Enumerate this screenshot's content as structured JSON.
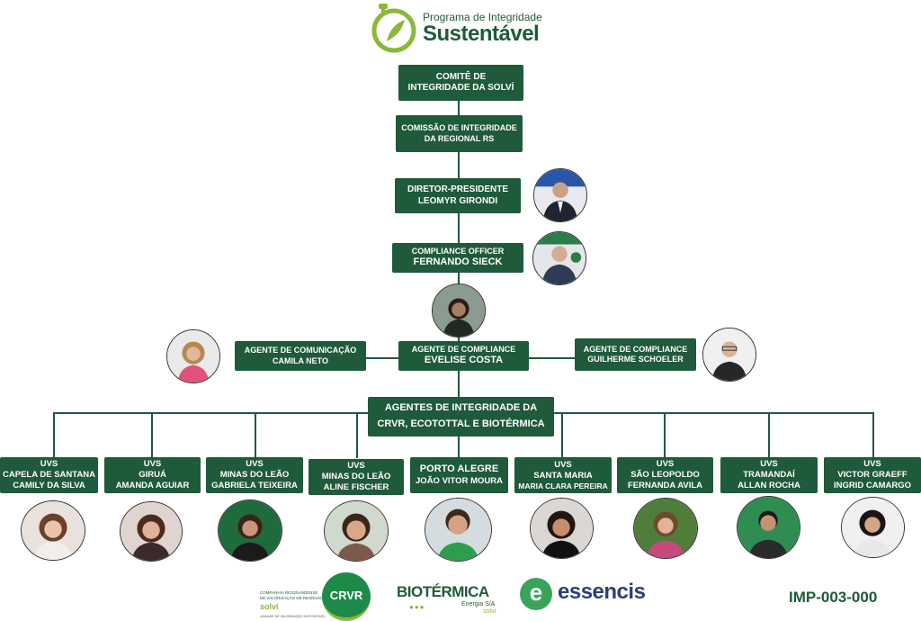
{
  "header": {
    "line1": "Programa de Integridade",
    "line2": "Sustentável",
    "icon": "compass-leaf-icon",
    "color": "#8ab83a"
  },
  "colors": {
    "box": "#1f5a3a",
    "line": "#1f5a3a",
    "accent": "#7cb342"
  },
  "top": [
    {
      "l1": "COMITÊ DE",
      "l2": "INTEGRIDADE DA SOLVÍ"
    },
    {
      "l1": "COMISSÃO DE INTEGRIDADE",
      "l2": "DA REGIONAL RS"
    },
    {
      "l1": "DIRETOR-PRESIDENTE",
      "l2": "LEOMYR GIRONDI"
    },
    {
      "l1": "COMPLIANCE OFFICER",
      "l2": "FERNANDO SIECK"
    }
  ],
  "agents": {
    "left": {
      "l1": "AGENTE DE COMUNICAÇÃO",
      "l2": "CAMILA NETO"
    },
    "center": {
      "l1": "AGENTE DE COMPLIANCE",
      "l2": "EVELISE COSTA"
    },
    "right": {
      "l1": "AGENTE DE COMPLIANCE",
      "l2": "GUILHERME SCHOELER"
    }
  },
  "integrity": {
    "l1": "AGENTES DE INTEGRIDADE DA",
    "l2": "CRVR, ECOTOTTAL E BIOTÉRMICA"
  },
  "units": [
    {
      "l1": "UVS",
      "l2": "CAPELA DE SANTANA",
      "l3": "CAMILY DA SILVA"
    },
    {
      "l1": "UVS",
      "l2": "GIRUÁ",
      "l3": "AMANDA AGUIAR"
    },
    {
      "l1": "UVS",
      "l2": "MINAS DO LEÃO",
      "l3": "GABRIELA TEIXEIRA"
    },
    {
      "l1": "UVS",
      "l2": "MINAS DO LEÃO",
      "l3": "ALINE FISCHER"
    },
    {
      "l1": "",
      "l2": "PORTO ALEGRE",
      "l3": "JOÃO VITOR MOURA"
    },
    {
      "l1": "UVS",
      "l2": "SANTA MARIA",
      "l3": "MARIA CLARA PEREIRA"
    },
    {
      "l1": "UVS",
      "l2": "SÃO LEOPOLDO",
      "l3": "FERNANDA AVILA"
    },
    {
      "l1": "UVS",
      "l2": "TRAMANDAÍ",
      "l3": "ALLAN ROCHA"
    },
    {
      "l1": "UVS",
      "l2": "VICTOR GRAEFF",
      "l3": "INGRID CAMARGO"
    }
  ],
  "logos": {
    "crvr": {
      "l1": "COMPANHIA RIOGRANDENSE",
      "l2": "DE VALORIZAÇÃO DE RESÍDUOS",
      "brand": "solví",
      "mark": "CRVR",
      "foot": "UNIDADE DE VALORIZAÇÃO SUSTENTÁVEL"
    },
    "biotermica": {
      "name": "BIOTÉRMICA",
      "sub": "Energia S/A",
      "brand": "solví"
    },
    "essencis": {
      "mark": "e",
      "name": "essencis"
    }
  },
  "code": "IMP-003-000"
}
